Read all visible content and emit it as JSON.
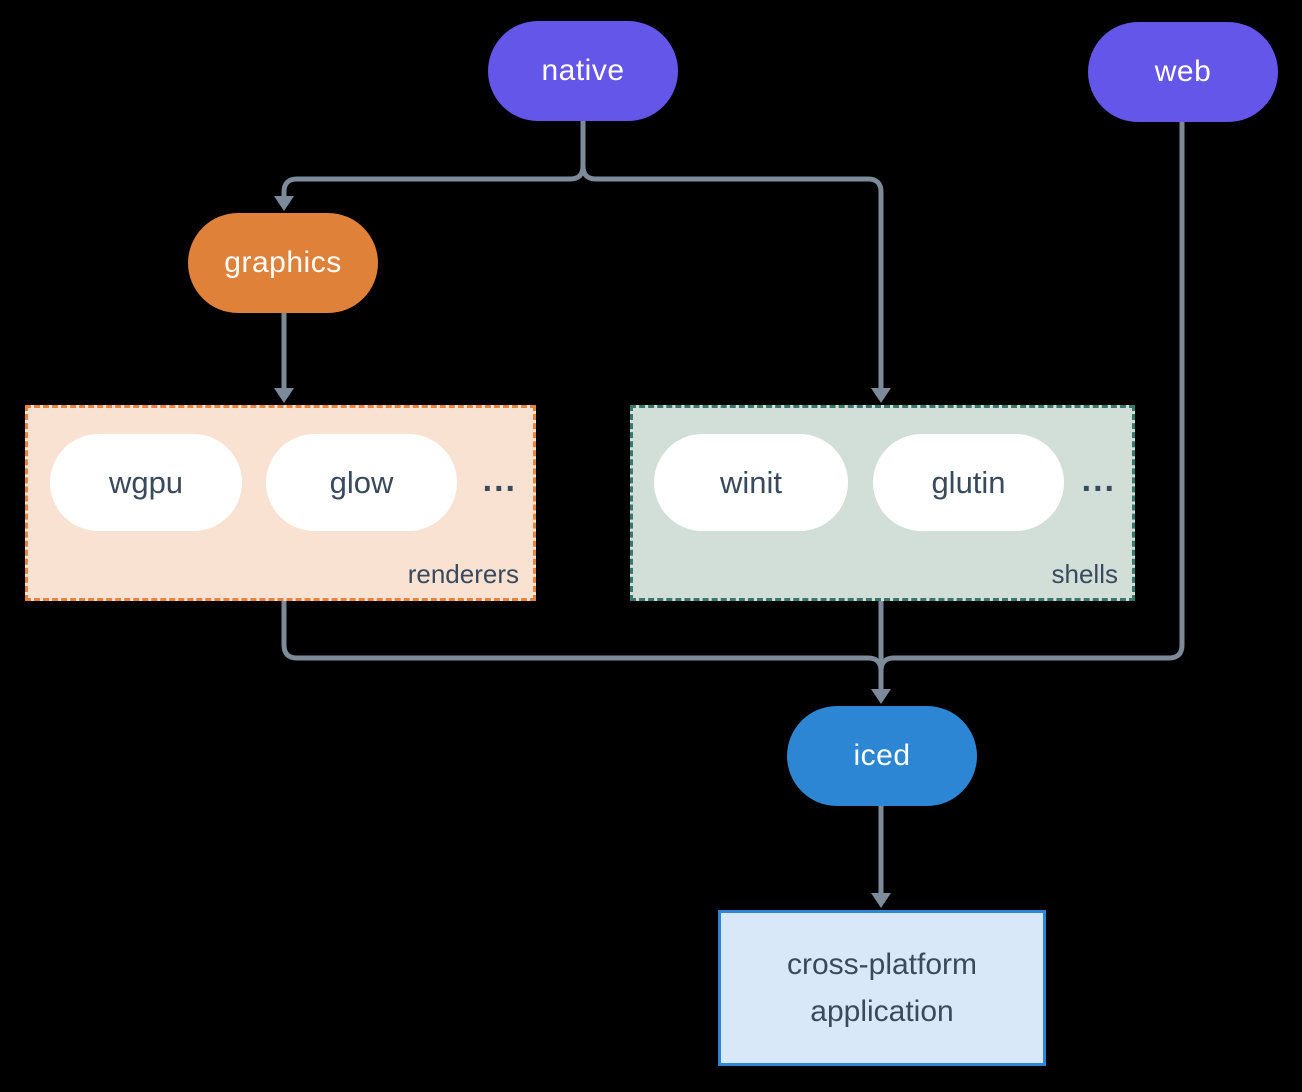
{
  "colors": {
    "background": "#000000",
    "connector": "#7c8a99",
    "purple": "#6456e8",
    "orange": "#e0813a",
    "blue": "#2d86d3",
    "white_pill": "#ffffff",
    "dark_text": "#394a5c",
    "renderers_bg": "#f9e2d2",
    "renderers_border": "#e8843c",
    "shells_bg": "#d2dfd9",
    "shells_border": "#377a6b",
    "app_bg": "#d8e8f8",
    "app_border": "#2d86d3"
  },
  "nodes": {
    "native": "native",
    "web": "web",
    "graphics": "graphics",
    "iced": "iced",
    "application": "cross-platform application"
  },
  "groups": {
    "renderers": {
      "label": "renderers",
      "items": [
        "wgpu",
        "glow",
        "..."
      ]
    },
    "shells": {
      "label": "shells",
      "items": [
        "winit",
        "glutin",
        "..."
      ]
    }
  }
}
